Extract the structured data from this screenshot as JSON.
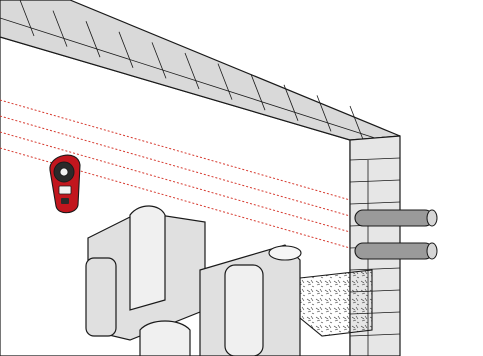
{
  "figure": {
    "subject": "wall-scanner-detecting-hidden-pipes",
    "colors": {
      "outline": "#1a1a1a",
      "brick_fill": "#e6e6e6",
      "brick_top": "#d9d9d9",
      "wall_face": "#ffffff",
      "cavity": "#c8c8c8",
      "pipe": "#9a9a9a",
      "pipe_highlight": "#d6d6d6",
      "scan_line": "#d63a2f",
      "device_body": "#c2161e",
      "device_dark": "#2a2a2a",
      "device_screen": "#f2f2f2",
      "furniture": "#e0e0e0"
    },
    "icons": [
      "wall-icon",
      "pipe-icon",
      "wall-scanner-icon",
      "chair-icon",
      "insulation-icon"
    ],
    "detected_objects": [
      "pipe",
      "pipe"
    ],
    "scan_line_count": 4
  }
}
